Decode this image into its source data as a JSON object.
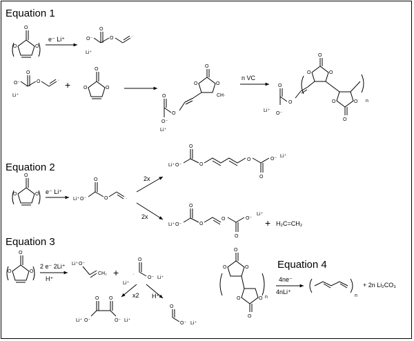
{
  "equations": {
    "eq1": {
      "title": "Equation 1",
      "step1_reagent": "e⁻ Li⁺",
      "step2_reagent": "n VC",
      "repeat_n": "n"
    },
    "eq2": {
      "title": "Equation 2",
      "reagent": "e⁻ Li⁺",
      "path_upper": "2x",
      "path_lower": "2x",
      "byproduct": "H₂C=CH₂"
    },
    "eq3": {
      "title": "Equation 3",
      "reagent_top": "2 e⁻ 2Li⁺",
      "reagent_bottom": "H⁺",
      "branch_left": "x2",
      "branch_right": "H⁺"
    },
    "eq4": {
      "title": "Equation 4",
      "reagent_top": "4ne⁻",
      "reagent_bottom": "4nLi⁺",
      "product_repeat": "n",
      "byproduct": "+ 2n Li₂CO₃"
    }
  },
  "labels": {
    "li_plus": "Li⁺",
    "o_minus": "O⁻",
    "o": "O",
    "radical_ch": "CH·",
    "plus": "+"
  }
}
